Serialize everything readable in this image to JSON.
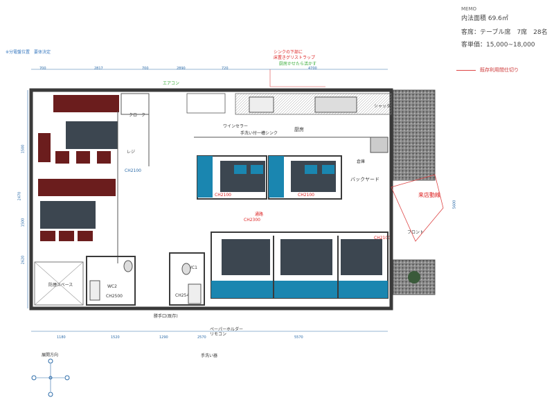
{
  "memo": {
    "title": "MEMO",
    "area": "内法面積 69.6㎡",
    "seats": "客席：テーブル席　7席　28名",
    "price": "客単価：15,000~18,000"
  },
  "legend": {
    "label": "既存利用間仕切り"
  },
  "top_note": "※分電盤位置　要体決定",
  "annotations": {
    "sink_note_1": "シンクの下部に",
    "sink_note_2": "床置きグリストラップ",
    "sink_note_3": "厨房かせたら活かす",
    "kitchen": "厨房",
    "backyard": "バックヤード",
    "entrance_flow": "来店動線",
    "front": "フロント",
    "storage": "倉庫",
    "cloak": "クローク",
    "register": "レジ",
    "pipe_space": "防煙スペース",
    "wc1": "WC1",
    "wc2": "WC2",
    "handwash": "手洗い器",
    "paper_holder": "ペーパーホルダー",
    "remote": "リモコン",
    "door_entrance": "勝手口(既存)",
    "wine_cellar": "ワインセラー",
    "hand_sink": "手洗い付一槽シンク",
    "flush_direction": "展開方向",
    "shutter": "シャッター",
    "pass": "通路",
    "air_cond": "エアコン"
  },
  "dimensions": {
    "top": [
      "700",
      "2817",
      "700",
      "2890",
      "720",
      "4700"
    ],
    "bottom": [
      "1180",
      "1520",
      "1290",
      "2570",
      "5570"
    ],
    "left": [
      "1500",
      "2470",
      "1500",
      "2620"
    ],
    "right": [
      "5600"
    ]
  },
  "heights": [
    "CH2100",
    "CH2100",
    "CH2100",
    "CH2100",
    "CH2300",
    "CH2500",
    "CH2540"
  ],
  "colors": {
    "wall": "#3a3a3a",
    "blue_window": "#1a86b0",
    "table_dark": "#3c4650",
    "red_wood": "#6b1d1d",
    "gravel": "#6a6a6a",
    "dim_line": "#2a6aa8",
    "red_note": "#d22"
  }
}
